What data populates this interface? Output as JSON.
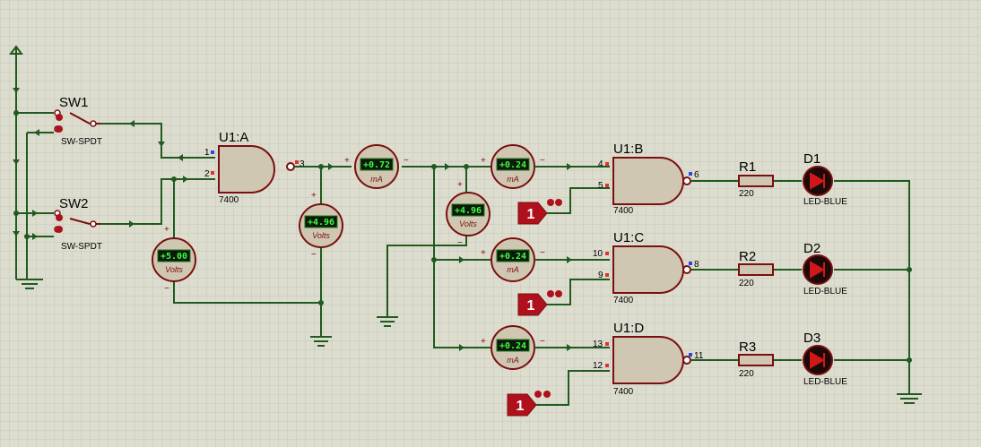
{
  "switches": {
    "sw1": {
      "ref": "SW1",
      "type": "SW-SPDT"
    },
    "sw2": {
      "ref": "SW2",
      "type": "SW-SPDT"
    }
  },
  "gates": {
    "a": {
      "ref": "U1:A",
      "part": "7400",
      "in1": "1",
      "in2": "2",
      "out": "3"
    },
    "b": {
      "ref": "U1:B",
      "part": "7400",
      "in1": "4",
      "in2": "5",
      "out": "6"
    },
    "c": {
      "ref": "U1:C",
      "part": "7400",
      "in1": "10",
      "in2": "9",
      "out": "8"
    },
    "d": {
      "ref": "U1:D",
      "part": "7400",
      "in1": "13",
      "in2": "12",
      "out": "11"
    }
  },
  "meters": {
    "vin": {
      "reading": "+5.00",
      "unit": "Volts"
    },
    "vout_a": {
      "reading": "+4.96",
      "unit": "Volts"
    },
    "iout_a": {
      "reading": "+0.72",
      "unit": "mA"
    },
    "vnode": {
      "reading": "+4.96",
      "unit": "Volts"
    },
    "ib": {
      "reading": "+0.24",
      "unit": "mA"
    },
    "ic": {
      "reading": "+0.24",
      "unit": "mA"
    },
    "id": {
      "reading": "+0.24",
      "unit": "mA"
    },
    "plus": "+",
    "minus": "−"
  },
  "logic_states": {
    "b": "1",
    "c": "1",
    "d": "1"
  },
  "resistors": {
    "r1": {
      "ref": "R1",
      "value": "220"
    },
    "r2": {
      "ref": "R2",
      "value": "220"
    },
    "r3": {
      "ref": "R3",
      "value": "220"
    }
  },
  "leds": {
    "d1": {
      "ref": "D1",
      "type": "LED-BLUE"
    },
    "d2": {
      "ref": "D2",
      "type": "LED-BLUE"
    },
    "d3": {
      "ref": "D3",
      "type": "LED-BLUE"
    }
  },
  "colors": {
    "background": "#ddddcf",
    "wire": "#1f5a1f",
    "component": "#7a0f0f",
    "component_fill": "#cfc7b2",
    "lcd_text": "#3dff3d",
    "logic_state": "#b0101c"
  }
}
